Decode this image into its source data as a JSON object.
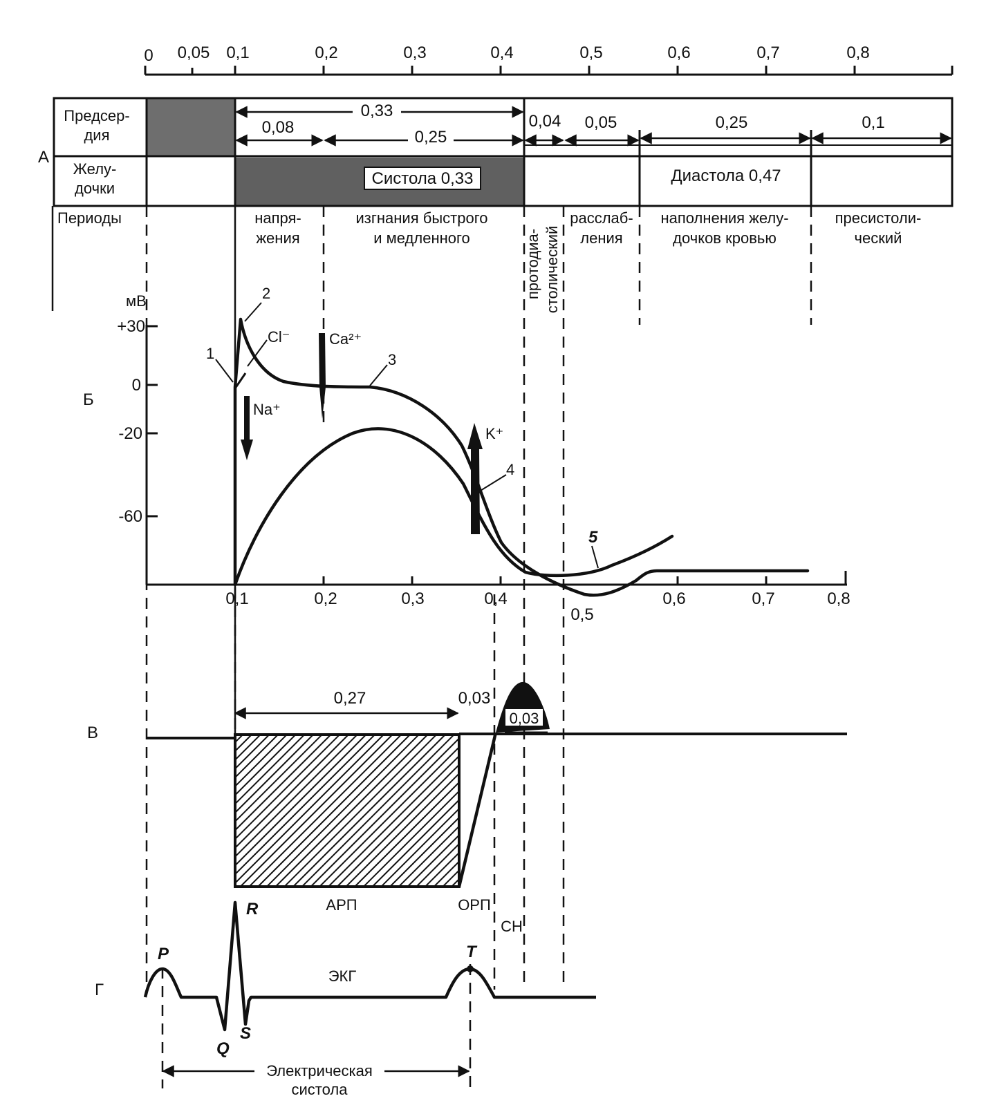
{
  "colors": {
    "ink": "#111111",
    "paper": "#ffffff",
    "shade": "#555555"
  },
  "top_axis": {
    "ticks": [
      "0",
      "0,05",
      "0,1",
      "0,2",
      "0,3",
      "0,4",
      "0,5",
      "0,6",
      "0,7",
      "0,8"
    ]
  },
  "section_a": {
    "letter": "А",
    "row_atria": [
      "Предсер-",
      "дия"
    ],
    "row_ventricles": [
      "Желу-",
      "дочки"
    ],
    "row_periods": "Периоды",
    "durations": {
      "d033": "0,33",
      "d008": "0,08",
      "d025": "0,25",
      "d004": "0,04",
      "d005": "0,05",
      "d025b": "0,25",
      "d01": "0,1"
    },
    "systole_label": "Систола 0,33",
    "diastole_label": "Диастола 0,47",
    "periods": {
      "tension": [
        "напря-",
        "жения"
      ],
      "ejection": [
        "изгнания быстрого",
        "и медленного"
      ],
      "protodiastolic": [
        "протодиа-",
        "столический"
      ],
      "relaxation": [
        "расслаб-",
        "ления"
      ],
      "filling": [
        "наполнения желу-",
        "дочков кровью"
      ],
      "presystolic": [
        "пресистоли-",
        "ческий"
      ]
    }
  },
  "section_b": {
    "letter": "Б",
    "unit": "мВ",
    "y_ticks": [
      "+30",
      "0",
      "-20",
      "-60"
    ],
    "x_ticks": [
      "0,1",
      "0,2",
      "0,3",
      "0,4",
      "0,5",
      "0,6",
      "0,7",
      "0,8"
    ],
    "curve_labels": [
      "1",
      "2",
      "3",
      "4",
      "5"
    ],
    "ions": {
      "cl": "Cl⁻",
      "ca": "Ca²⁺",
      "na": "Na⁺",
      "k": "K⁺"
    }
  },
  "section_v": {
    "letter": "В",
    "d027": "0,27",
    "d003a": "0,03",
    "d003b": "0,03",
    "arp": "АРП",
    "orp": "ОРП",
    "sn": "СН"
  },
  "section_g": {
    "letter": "Г",
    "waves": {
      "p": "P",
      "q": "Q",
      "r": "R",
      "s": "S",
      "t": "T"
    },
    "ecg": "ЭКГ",
    "electrical_systole": [
      "Электрическая",
      "систола"
    ]
  }
}
